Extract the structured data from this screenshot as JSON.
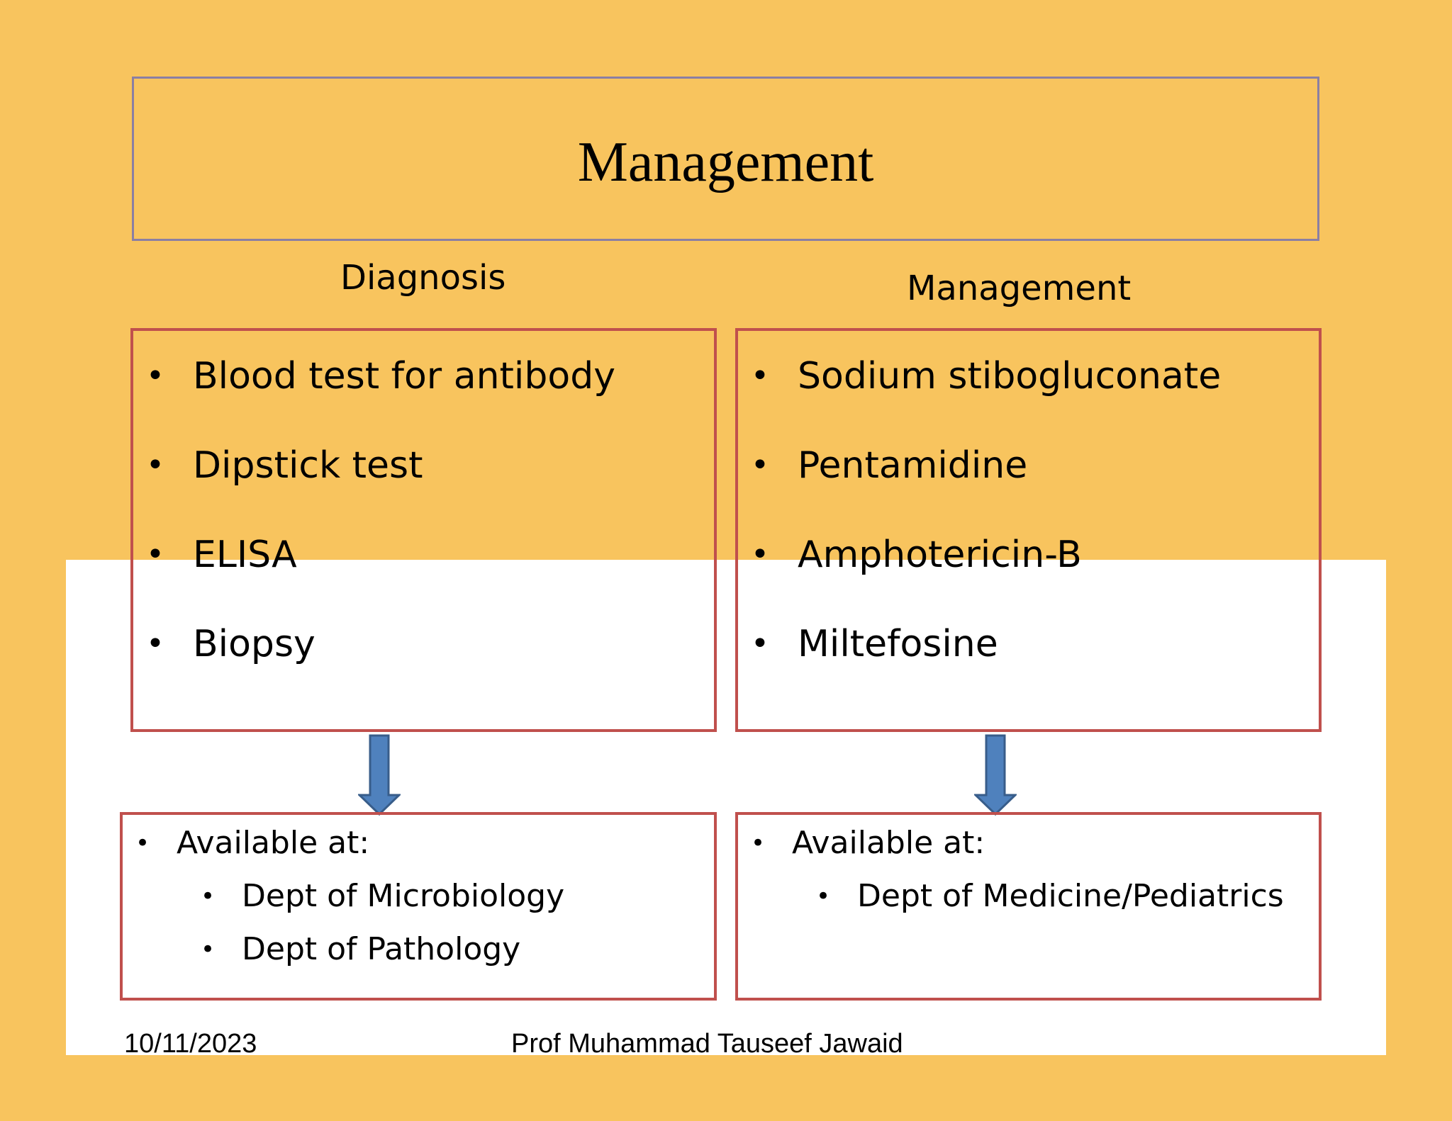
{
  "title": "Management",
  "left_column": {
    "heading": "Diagnosis",
    "items": [
      "Blood test for antibody",
      "Dipstick test",
      "ELISA",
      "Biopsy"
    ],
    "availability": {
      "label": "Available at:",
      "places": [
        "Dept of Microbiology",
        "Dept of Pathology"
      ]
    }
  },
  "right_column": {
    "heading": "Management",
    "items": [
      "Sodium stibogluconate",
      "Pentamidine",
      "Amphotericin-B",
      "Miltefosine"
    ],
    "availability": {
      "label": "Available at:",
      "places": [
        "Dept of Medicine/Pediatrics"
      ]
    }
  },
  "footer": {
    "date": "10/11/2023",
    "author": "Prof Muhammad Tauseef Jawaid"
  },
  "colors": {
    "background": "#f8c45e",
    "box_border": "#c0504d",
    "title_border": "#8b7fa3",
    "arrow_fill": "#4f81bd",
    "arrow_stroke": "#385d8a"
  },
  "bullet_symbol": "•"
}
